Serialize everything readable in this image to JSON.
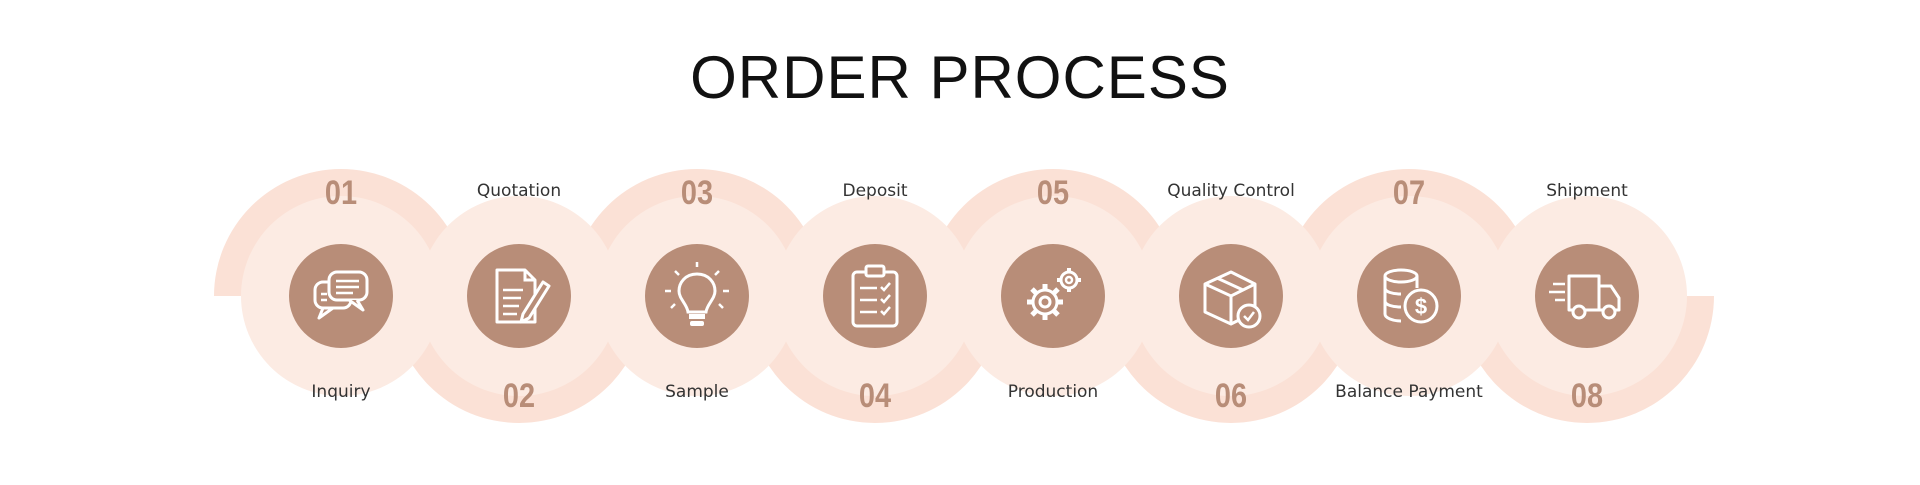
{
  "title": "ORDER PROCESS",
  "colors": {
    "wave": "#fbe1d6",
    "ring_inner": "#fcebe3",
    "circle": "#b88d78",
    "number": "#b88d78",
    "text": "#333333"
  },
  "steps": [
    {
      "number": "01",
      "label": "Inquiry",
      "icon": "chat-bubbles-icon"
    },
    {
      "number": "02",
      "label": "Quotation",
      "icon": "document-pen-icon"
    },
    {
      "number": "03",
      "label": "Sample",
      "icon": "lightbulb-icon"
    },
    {
      "number": "04",
      "label": "Deposit",
      "icon": "clipboard-checklist-icon"
    },
    {
      "number": "05",
      "label": "Production",
      "icon": "gears-icon"
    },
    {
      "number": "06",
      "label": "Quality Control",
      "icon": "box-check-icon"
    },
    {
      "number": "07",
      "label": "Balance Payment",
      "icon": "coins-dollar-icon"
    },
    {
      "number": "08",
      "label": "Shipment",
      "icon": "delivery-truck-icon"
    }
  ]
}
